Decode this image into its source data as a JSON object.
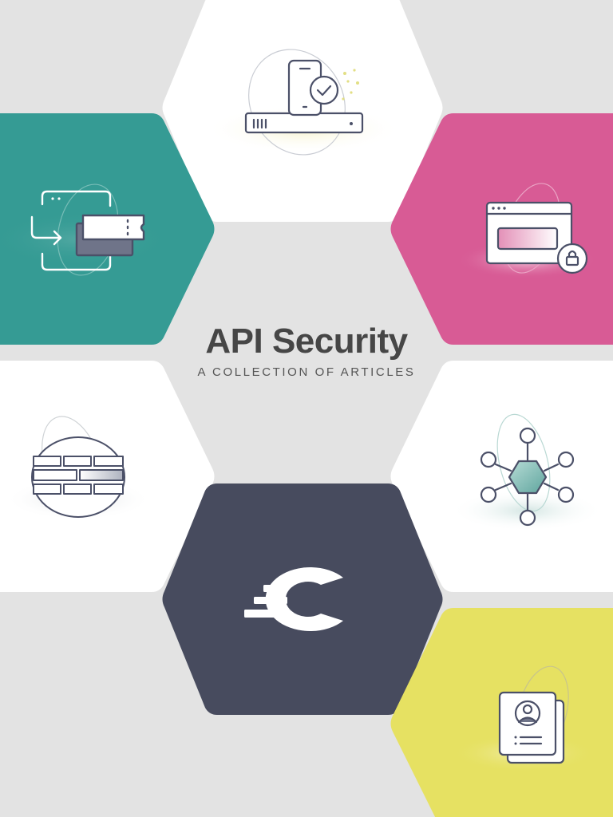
{
  "page": {
    "title": "API Security",
    "subtitle": "A COLLECTION OF ARTICLES"
  },
  "colors": {
    "background": "#e3e3e3",
    "teal": "#359b94",
    "pink": "#d85b95",
    "yellow": "#e6e162",
    "dark": "#474b5e",
    "white": "#ffffff",
    "icon_stroke": "#4b5068"
  },
  "tiles": [
    {
      "name": "hex-mobile-server",
      "color": "white",
      "icon": "mobile-check-server-icon"
    },
    {
      "name": "hex-token-exchange",
      "color": "teal",
      "icon": "token-exchange-icon"
    },
    {
      "name": "hex-browser-lock",
      "color": "pink",
      "icon": "browser-lock-icon"
    },
    {
      "name": "hex-firewall",
      "color": "white",
      "icon": "firewall-icon"
    },
    {
      "name": "hex-network-hub",
      "color": "white",
      "icon": "network-hub-icon"
    },
    {
      "name": "hex-brand-logo",
      "color": "dark",
      "icon": "brand-logo-icon"
    },
    {
      "name": "hex-identity-card",
      "color": "yellow",
      "icon": "identity-card-icon"
    }
  ]
}
